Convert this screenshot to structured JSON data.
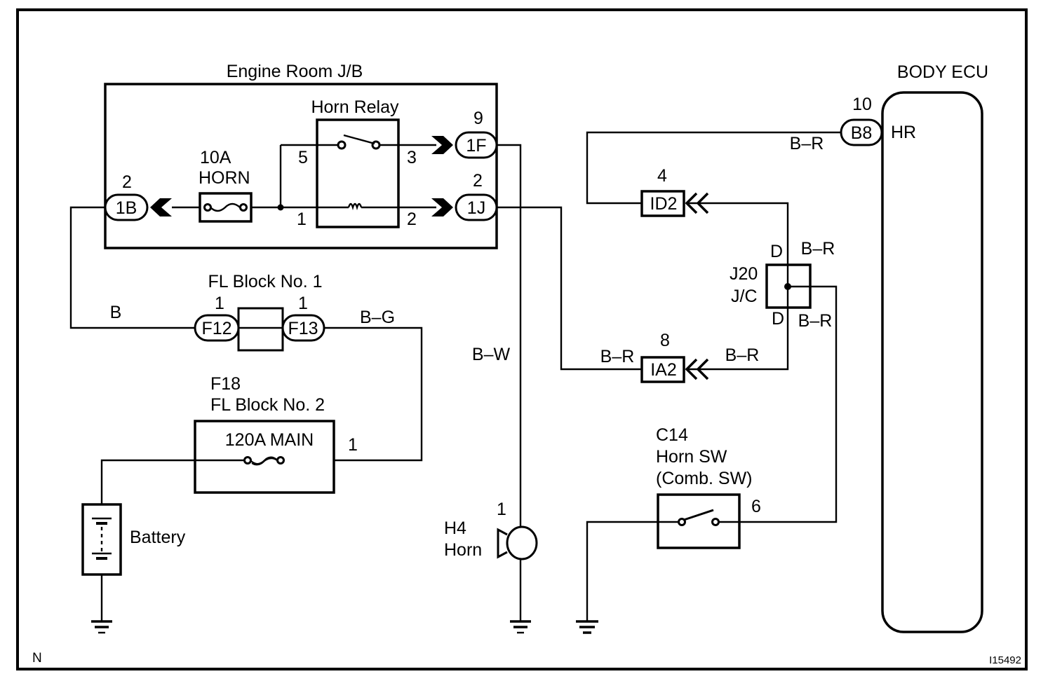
{
  "diagram": {
    "figure_code": "N",
    "figure_id": "I15492",
    "components": {
      "engine_room_jb": {
        "label": "Engine Room J/B"
      },
      "horn_relay": {
        "label": "Horn Relay",
        "pins": {
          "p5": "5",
          "p3": "3",
          "p1": "1",
          "p2": "2"
        }
      },
      "fuse_horn": {
        "rating": "10A",
        "name": "HORN"
      },
      "body_ecu": {
        "label": "BODY ECU",
        "terminal": "HR"
      },
      "fl_block_1": {
        "label": "FL Block No. 1"
      },
      "fl_block_2": {
        "code": "F18",
        "label": "FL Block No. 2",
        "fuse": "120A MAIN",
        "pin": "1"
      },
      "battery": {
        "label": "Battery"
      },
      "horn": {
        "code": "H4",
        "label": "Horn",
        "pin": "1"
      },
      "horn_switch": {
        "code": "C14",
        "label": "Horn SW",
        "sublabel": "(Comb. SW)",
        "pin": "6"
      },
      "junction": {
        "code": "J20",
        "label": "J/C",
        "pin_top": "D",
        "pin_bottom": "D"
      }
    },
    "connectors": {
      "c1B": {
        "name": "1B",
        "pin": "2"
      },
      "c1F": {
        "name": "1F",
        "pin": "9"
      },
      "c1J": {
        "name": "1J",
        "pin": "2"
      },
      "cB8": {
        "name": "B8",
        "pin": "10"
      },
      "cID2": {
        "name": "ID2",
        "pin": "4"
      },
      "cIA2": {
        "name": "IA2",
        "pin": "8"
      },
      "cF12": {
        "name": "F12",
        "pin": "1"
      },
      "cF13": {
        "name": "F13",
        "pin": "1"
      }
    },
    "wire_colors": {
      "b_1b_f12": "B",
      "bg_f13_f18": "B–G",
      "bw_1f_horn": "B–W",
      "br_1j_ia2": "B–R",
      "br_ia2_jc": "B–R",
      "br_b8": "B–R",
      "br_jc_top": "B–R",
      "br_jc_bottom": "B–R"
    }
  }
}
